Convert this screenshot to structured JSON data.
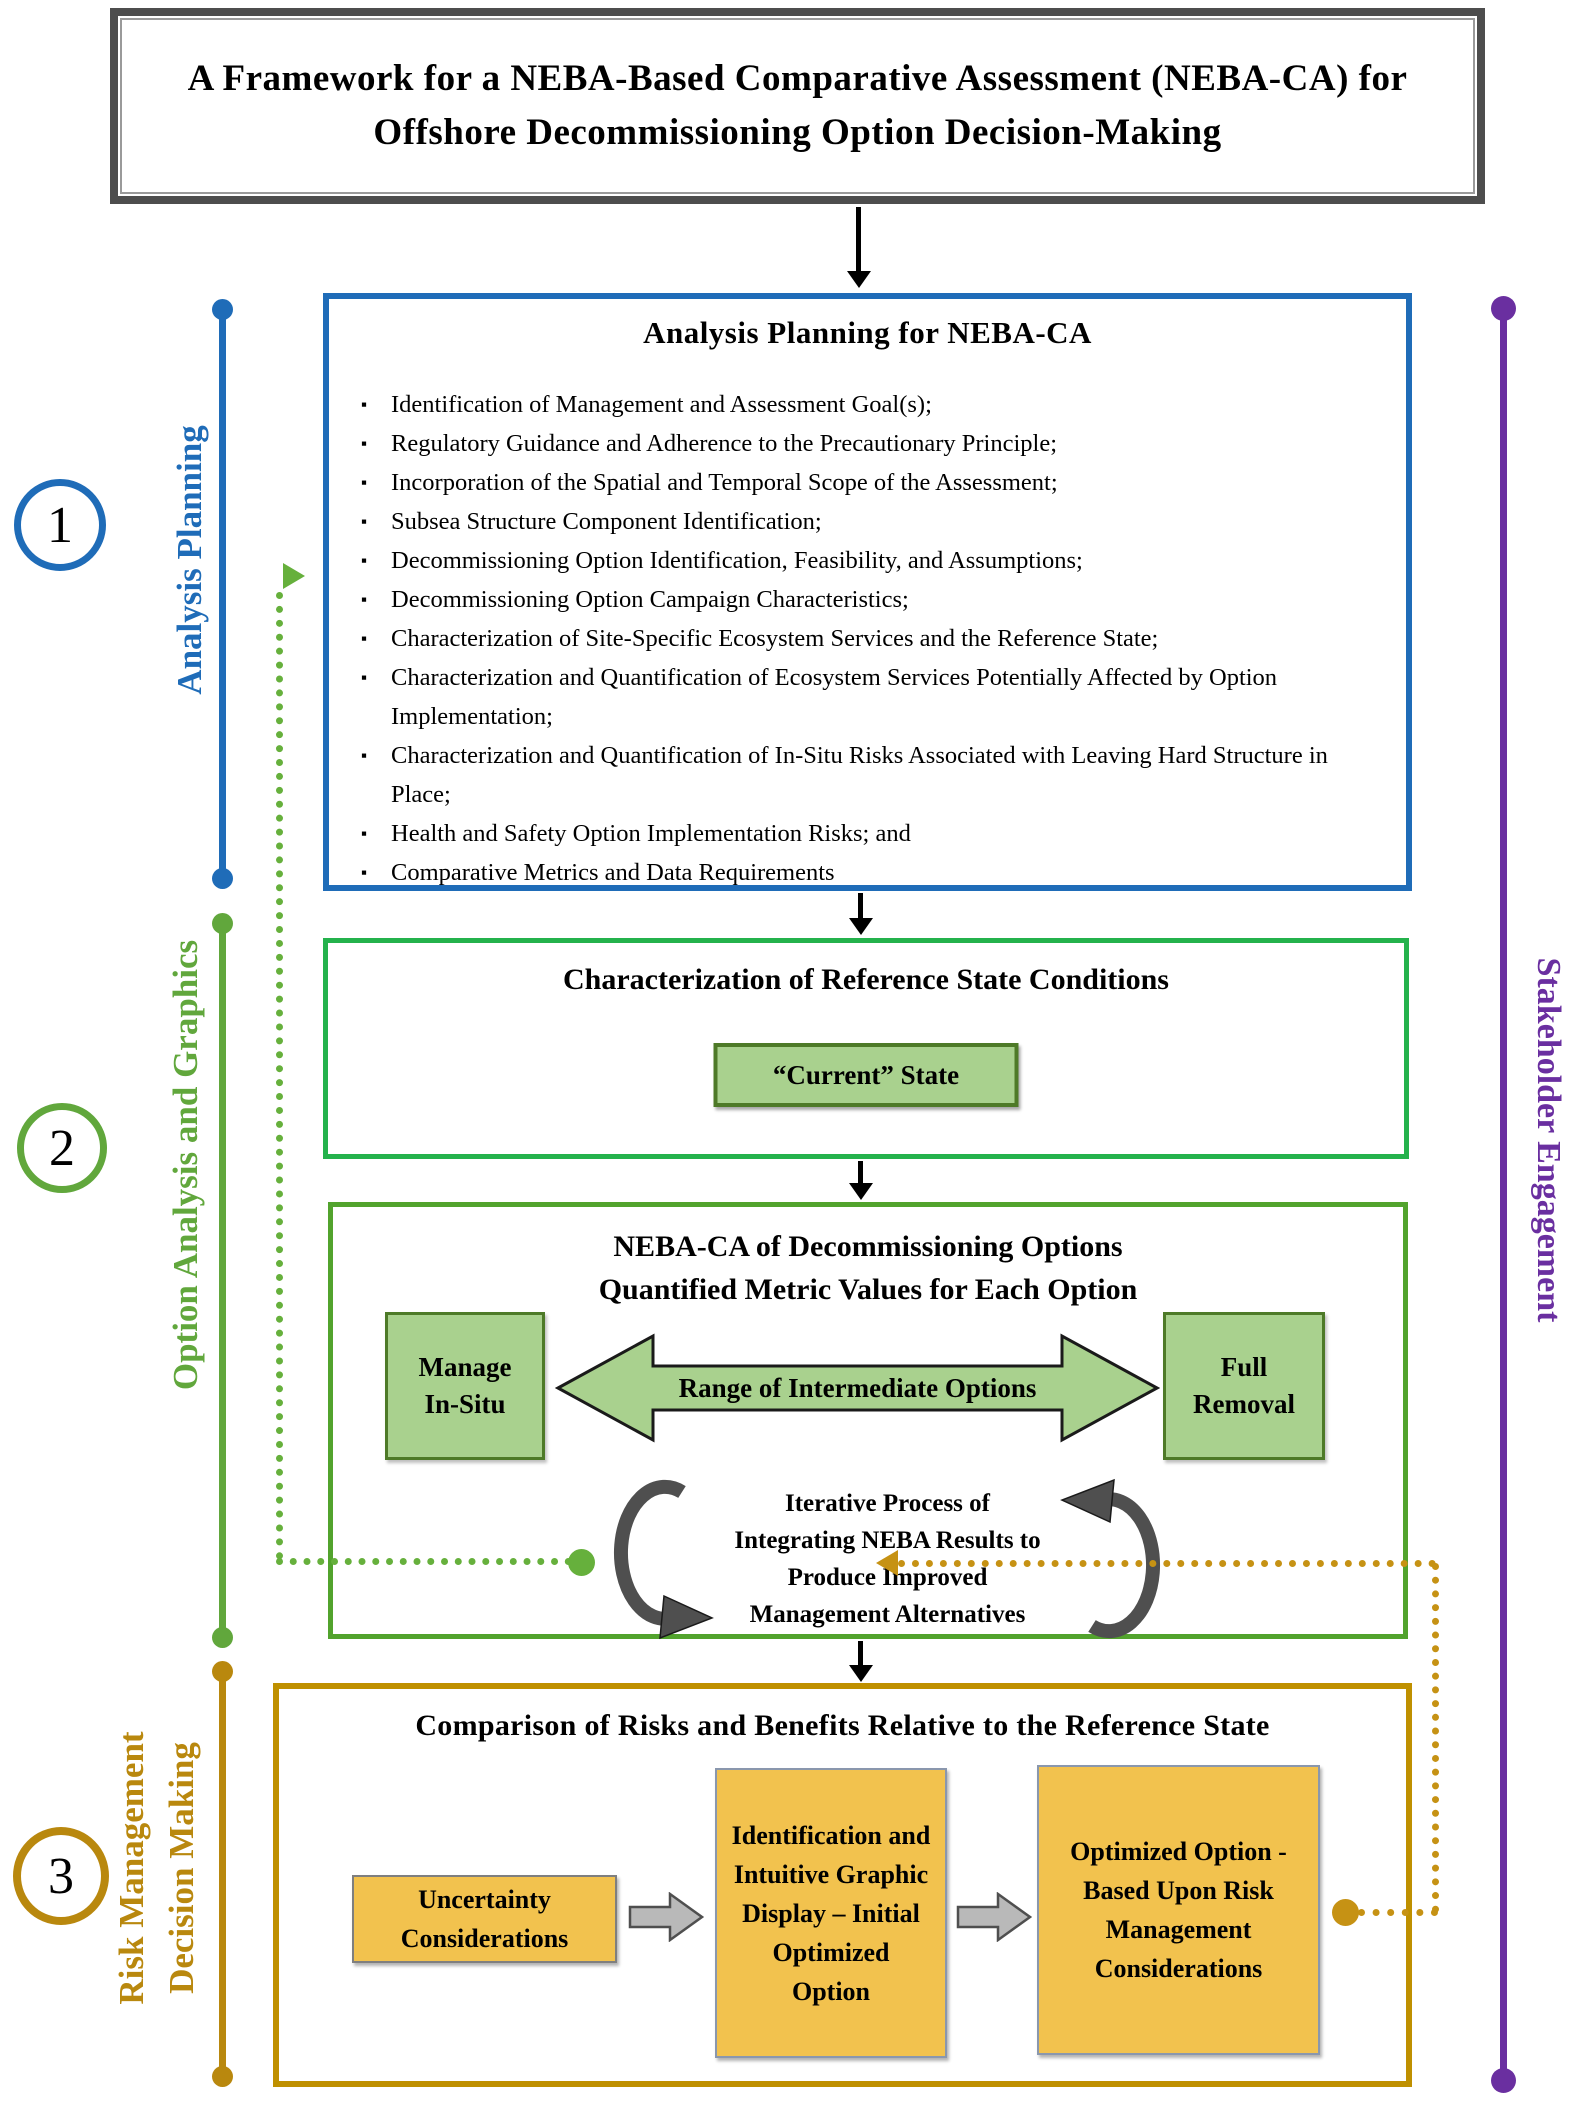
{
  "title": {
    "text": "A Framework for a NEBA-Based Comparative Assessment (NEBA-CA)  for Offshore Decommissioning  Option  Decision-Making"
  },
  "rails": {
    "left": [
      {
        "num": "1",
        "label": "Analysis  Planning",
        "color": "#1f6cb8"
      },
      {
        "num": "2",
        "label": "Option Analysis  and Graphics",
        "color": "#61a73c"
      },
      {
        "num": "3",
        "label_line1": "Risk Management",
        "label_line2": "Decision Making",
        "color": "#b9880e"
      }
    ],
    "right": {
      "label": "Stakeholder  Engagement",
      "color": "#6a2fa0"
    }
  },
  "analysis": {
    "header": "Analysis Planning  for NEBA-CA",
    "bullets": [
      "Identification of Management and Assessment Goal(s);",
      "Regulatory Guidance and Adherence to the Precautionary Principle;",
      "Incorporation of the Spatial and Temporal Scope of the Assessment;",
      "Subsea Structure Component Identification;",
      "Decommissioning Option Identification, Feasibility,  and Assumptions;",
      "Decommissioning Option Campaign Characteristics;",
      "Characterization of Site-Specific Ecosystem Services and the Reference State;",
      "Characterization and Quantification  of Ecosystem Services Potentially Affected by Option Implementation;",
      "Characterization and Quantification  of In-Situ Risks Associated with Leaving Hard Structure in Place;",
      "Health  and Safety Option  Implementation  Risks; and",
      "Comparative Metrics and Data Requirements"
    ]
  },
  "reference": {
    "header": "Characterization  of Reference State Conditions",
    "current_state": "“Current” State"
  },
  "neba": {
    "title1": "NEBA-CA of Decommissioning  Options",
    "title2": "Quantified Metric Values for Each Option",
    "manage": "Manage In-Situ",
    "range_label": "Range of Intermediate Options",
    "full": "Full Removal",
    "iterative": [
      "Iterative Process of",
      "Integrating NEBA Results to",
      "Produce Improved",
      "Management Alternatives"
    ]
  },
  "comparison": {
    "header": "Comparison  of Risks and Benefits Relative to the Reference State",
    "uncertainty": "Uncertainty Considerations",
    "identification": "Identification and Intuitive Graphic Display – Initial Optimized Option",
    "optimized": "Optimized Option - Based Upon Risk Management Considerations"
  },
  "colors": {
    "analysis_blue": "#1f6cb8",
    "reference_green": "#24b24c",
    "option_green": "#52a32d",
    "light_green_fill": "#a9d18e",
    "risk_gold": "#bf9000",
    "amber_fill": "#f2c24e",
    "stakeholder_purple": "#6a2fa0",
    "feedback_green_dotted": "#66b03c",
    "feedback_gold_dotted": "#c69214"
  }
}
